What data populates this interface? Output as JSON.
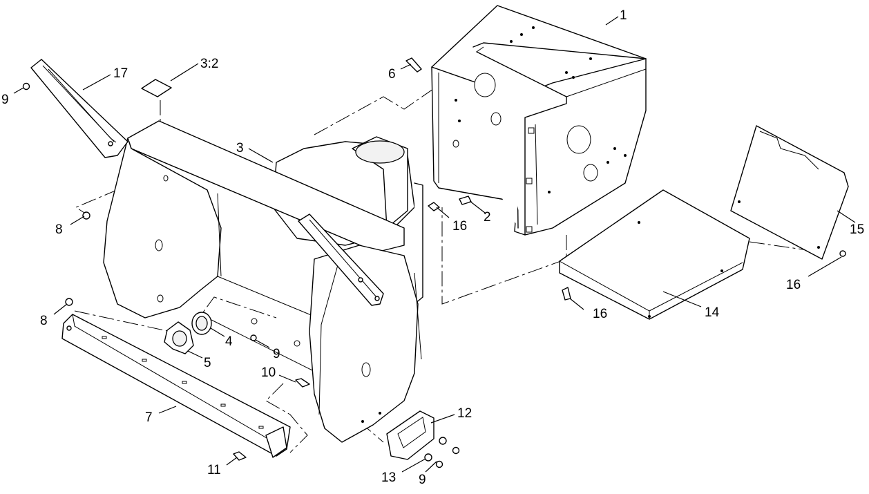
{
  "callouts": [
    {
      "id": "c1",
      "label": "1"
    },
    {
      "id": "c2",
      "label": "2"
    },
    {
      "id": "c3",
      "label": "3"
    },
    {
      "id": "c3-2",
      "label": "3:2"
    },
    {
      "id": "c4",
      "label": "4"
    },
    {
      "id": "c5",
      "label": "5"
    },
    {
      "id": "c6",
      "label": "6"
    },
    {
      "id": "c7",
      "label": "7"
    },
    {
      "id": "c8a",
      "label": "8"
    },
    {
      "id": "c8b",
      "label": "8"
    },
    {
      "id": "c9a",
      "label": "9"
    },
    {
      "id": "c9b",
      "label": "9"
    },
    {
      "id": "c9c",
      "label": "9"
    },
    {
      "id": "c10",
      "label": "10"
    },
    {
      "id": "c11",
      "label": "11"
    },
    {
      "id": "c12",
      "label": "12"
    },
    {
      "id": "c13",
      "label": "13"
    },
    {
      "id": "c14",
      "label": "14"
    },
    {
      "id": "c15",
      "label": "15"
    },
    {
      "id": "c16a",
      "label": "16"
    },
    {
      "id": "c16b",
      "label": "16"
    },
    {
      "id": "c16c",
      "label": "16"
    },
    {
      "id": "c17",
      "label": "17"
    }
  ]
}
